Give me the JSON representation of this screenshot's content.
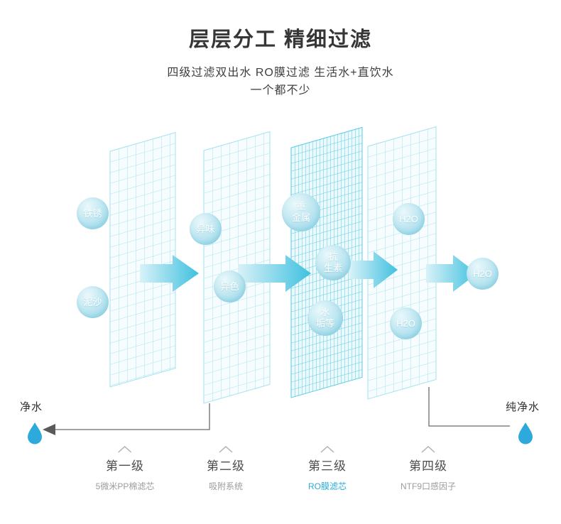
{
  "header": {
    "title": "层层分工 精细过滤",
    "subtitle_line1": "四级过滤双出水 RO膜过滤  生活水+直饮水",
    "subtitle_line2": "一个都不少"
  },
  "diagram": {
    "bubbles": [
      {
        "id": "rust",
        "label": "铁锈"
      },
      {
        "id": "sediment",
        "label": "泥沙"
      },
      {
        "id": "odor",
        "label": "异味"
      },
      {
        "id": "discoloration",
        "label": "异色"
      },
      {
        "id": "heavy-metal",
        "label": "重\n金属"
      },
      {
        "id": "antibiotics",
        "label": "抗\n生素"
      },
      {
        "id": "scale",
        "label": "水\n垢等"
      },
      {
        "id": "h2o-1",
        "label": "H2O"
      },
      {
        "id": "h2o-2",
        "label": "H2O"
      },
      {
        "id": "h2o-3",
        "label": "H2O"
      }
    ],
    "outputs": {
      "left": "净水",
      "right": "纯净水"
    },
    "stages": [
      {
        "name": "第一级",
        "desc": "5微米PP棉滤芯",
        "highlight": false
      },
      {
        "name": "第二级",
        "desc": "吸附系统",
        "highlight": false
      },
      {
        "name": "第三级",
        "desc": "RO膜滤芯",
        "highlight": true
      },
      {
        "name": "第四级",
        "desc": "NTF9口感因子",
        "highlight": false
      }
    ],
    "colors": {
      "grid": "#a3e2ef",
      "grid_dense": "#58cce4",
      "arrow": "#3fc0df",
      "water_drop": "#2ea9dc",
      "highlight_text": "#2aabdb"
    }
  }
}
